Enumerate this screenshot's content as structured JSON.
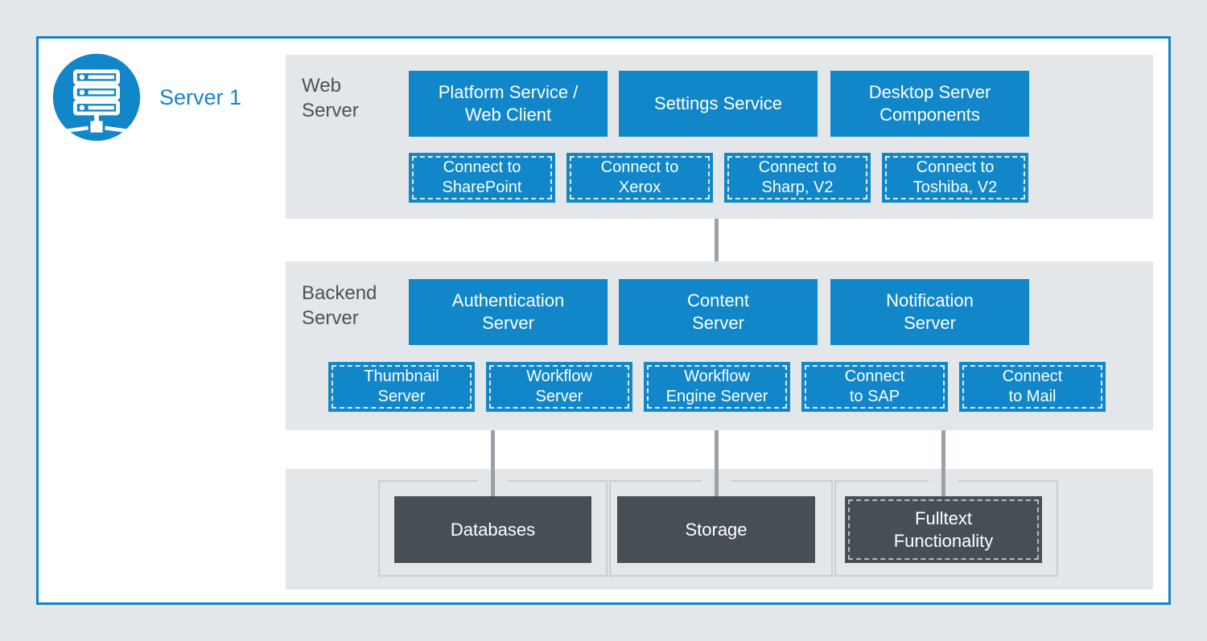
{
  "diagram": {
    "server_badge": {
      "icon": "server-icon",
      "label": "Server 1"
    },
    "sections": {
      "web": {
        "label": "Web\nServer",
        "services": [
          "Platform Service /\nWeb Client",
          "Settings Service",
          "Desktop Server\nComponents"
        ],
        "connectors": [
          "Connect to\nSharePoint",
          "Connect to\nXerox",
          "Connect to\nSharp, V2",
          "Connect to\nToshiba, V2"
        ]
      },
      "backend": {
        "label": "Backend\nServer",
        "services": [
          "Authentication\nServer",
          "Content\nServer",
          "Notification\nServer"
        ],
        "connectors": [
          "Thumbnail\nServer",
          "Workflow\nServer",
          "Workflow\nEngine Server",
          "Connect\nto SAP",
          "Connect\nto Mail"
        ]
      },
      "storage": {
        "items": [
          "Databases",
          "Storage",
          "Fulltext\nFunctionality"
        ]
      }
    },
    "colors": {
      "accent_blue": "#1186c8",
      "panel_border_blue": "#1583c5",
      "server_label_blue": "#1a83c8",
      "dark_box_gray": "#474f56",
      "section_band_gray": "#e4e7ea",
      "label_gray": "#4d5256",
      "connector_line_gray": "#9ba1a6",
      "container_border_gray": "#c9ced3"
    }
  }
}
